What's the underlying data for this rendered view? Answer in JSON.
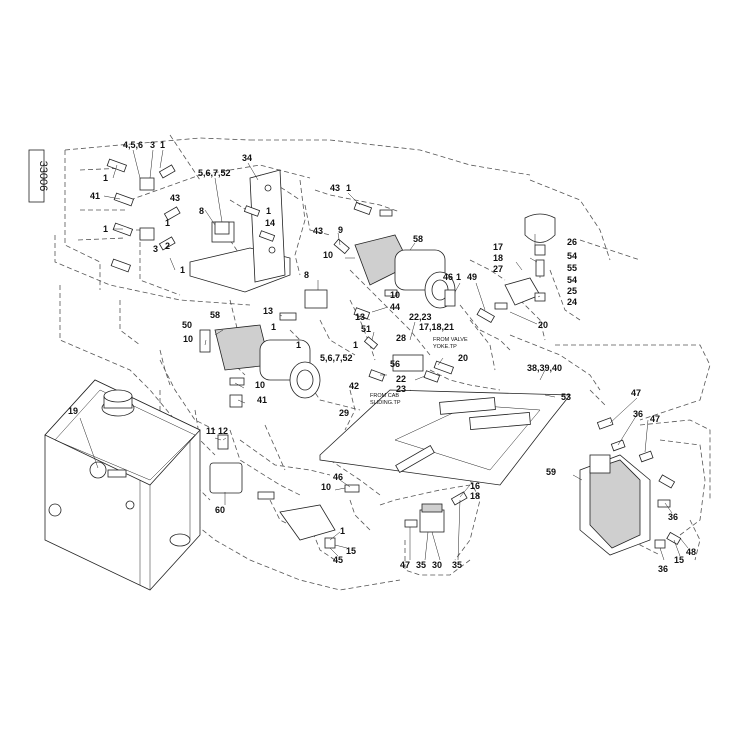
{
  "drawing_number": "33006",
  "notes": {
    "from_valve_yoke": [
      "FROM VALVE",
      "YOKE.TP"
    ],
    "from_cab_sliding": [
      "FROM CAB",
      "SLIDING.TP"
    ]
  },
  "callouts": [
    {
      "id": "c1",
      "text": "4,5,6"
    },
    {
      "id": "c2",
      "text": "3"
    },
    {
      "id": "c3",
      "text": "1"
    },
    {
      "id": "c4",
      "text": "1"
    },
    {
      "id": "c5",
      "text": "41"
    },
    {
      "id": "c6",
      "text": "1"
    },
    {
      "id": "c7",
      "text": "3"
    },
    {
      "id": "c8",
      "text": "5,6,7,52"
    },
    {
      "id": "c9",
      "text": "34"
    },
    {
      "id": "c10",
      "text": "43"
    },
    {
      "id": "c11",
      "text": "8"
    },
    {
      "id": "c12",
      "text": "14"
    },
    {
      "id": "c13",
      "text": "1"
    },
    {
      "id": "c14",
      "text": "1"
    },
    {
      "id": "c15",
      "text": "2"
    },
    {
      "id": "c16",
      "text": "3"
    },
    {
      "id": "c17",
      "text": "1"
    },
    {
      "id": "c18",
      "text": "43"
    },
    {
      "id": "c19",
      "text": "1"
    },
    {
      "id": "c20",
      "text": "43"
    },
    {
      "id": "c21",
      "text": "9"
    },
    {
      "id": "c22",
      "text": "10"
    },
    {
      "id": "c23",
      "text": "58"
    },
    {
      "id": "c24",
      "text": "8"
    },
    {
      "id": "c25",
      "text": "13"
    },
    {
      "id": "c26",
      "text": "10"
    },
    {
      "id": "c27",
      "text": "44"
    },
    {
      "id": "c28",
      "text": "13"
    },
    {
      "id": "c29",
      "text": "1"
    },
    {
      "id": "c30",
      "text": "1"
    },
    {
      "id": "c31",
      "text": "58"
    },
    {
      "id": "c32",
      "text": "50"
    },
    {
      "id": "c33",
      "text": "10"
    },
    {
      "id": "c34",
      "text": "51"
    },
    {
      "id": "c35",
      "text": "1"
    },
    {
      "id": "c36",
      "text": "5,6,7,52"
    },
    {
      "id": "c37",
      "text": "10"
    },
    {
      "id": "c38",
      "text": "41"
    },
    {
      "id": "c39",
      "text": "46"
    },
    {
      "id": "c40",
      "text": "1"
    },
    {
      "id": "c41",
      "text": "49"
    },
    {
      "id": "c42",
      "text": "17"
    },
    {
      "id": "c43",
      "text": "18"
    },
    {
      "id": "c44",
      "text": "27"
    },
    {
      "id": "c45",
      "text": "26"
    },
    {
      "id": "c46",
      "text": "54"
    },
    {
      "id": "c47",
      "text": "55"
    },
    {
      "id": "c48",
      "text": "54"
    },
    {
      "id": "c49",
      "text": "25"
    },
    {
      "id": "c50",
      "text": "24"
    },
    {
      "id": "c51",
      "text": "20"
    },
    {
      "id": "c52",
      "text": "22,23"
    },
    {
      "id": "c53",
      "text": "17,18,21"
    },
    {
      "id": "c54",
      "text": "28"
    },
    {
      "id": "c55",
      "text": "1"
    },
    {
      "id": "c56",
      "text": "20"
    },
    {
      "id": "c57",
      "text": "56"
    },
    {
      "id": "c58",
      "text": "42"
    },
    {
      "id": "c59",
      "text": "22"
    },
    {
      "id": "c60",
      "text": "23"
    },
    {
      "id": "c61",
      "text": "38,39,40"
    },
    {
      "id": "c62",
      "text": "53"
    },
    {
      "id": "c63",
      "text": "19"
    },
    {
      "id": "c64",
      "text": "11"
    },
    {
      "id": "c65",
      "text": "12"
    },
    {
      "id": "c66",
      "text": "29"
    },
    {
      "id": "c67",
      "text": "47"
    },
    {
      "id": "c68",
      "text": "36"
    },
    {
      "id": "c69",
      "text": "47"
    },
    {
      "id": "c70",
      "text": "46"
    },
    {
      "id": "c71",
      "text": "10"
    },
    {
      "id": "c72",
      "text": "59"
    },
    {
      "id": "c73",
      "text": "60"
    },
    {
      "id": "c74",
      "text": "16"
    },
    {
      "id": "c75",
      "text": "18"
    },
    {
      "id": "c76",
      "text": "36"
    },
    {
      "id": "c77",
      "text": "1"
    },
    {
      "id": "c78",
      "text": "15"
    },
    {
      "id": "c79",
      "text": "45"
    },
    {
      "id": "c80",
      "text": "47"
    },
    {
      "id": "c81",
      "text": "35"
    },
    {
      "id": "c82",
      "text": "30"
    },
    {
      "id": "c83",
      "text": "35"
    },
    {
      "id": "c84",
      "text": "36"
    },
    {
      "id": "c85",
      "text": "15"
    },
    {
      "id": "c86",
      "text": "48"
    }
  ]
}
